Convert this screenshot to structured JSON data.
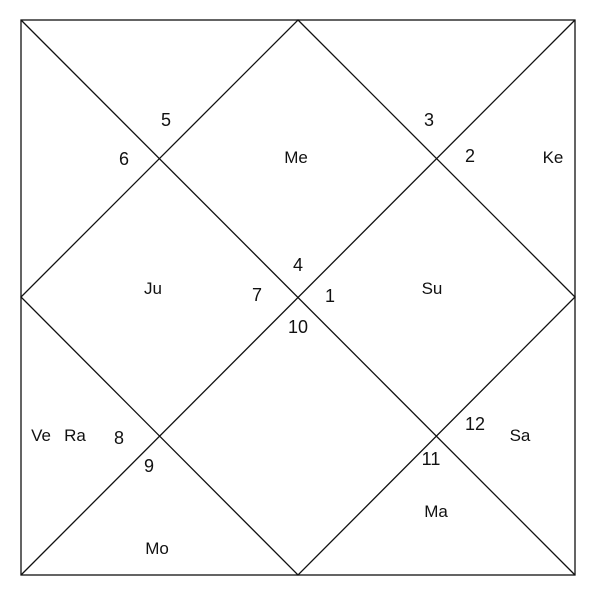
{
  "chart": {
    "house_numbers": {
      "h1": "1",
      "h2": "2",
      "h3": "3",
      "h4": "4",
      "h5": "5",
      "h6": "6",
      "h7": "7",
      "h8": "8",
      "h9": "9",
      "h10": "10",
      "h11": "11",
      "h12": "12"
    },
    "planets": {
      "me": "Me",
      "ke": "Ke",
      "ju": "Ju",
      "su": "Su",
      "ve": "Ve",
      "ra": "Ra",
      "sa": "Sa",
      "ma": "Ma",
      "mo": "Mo"
    }
  }
}
